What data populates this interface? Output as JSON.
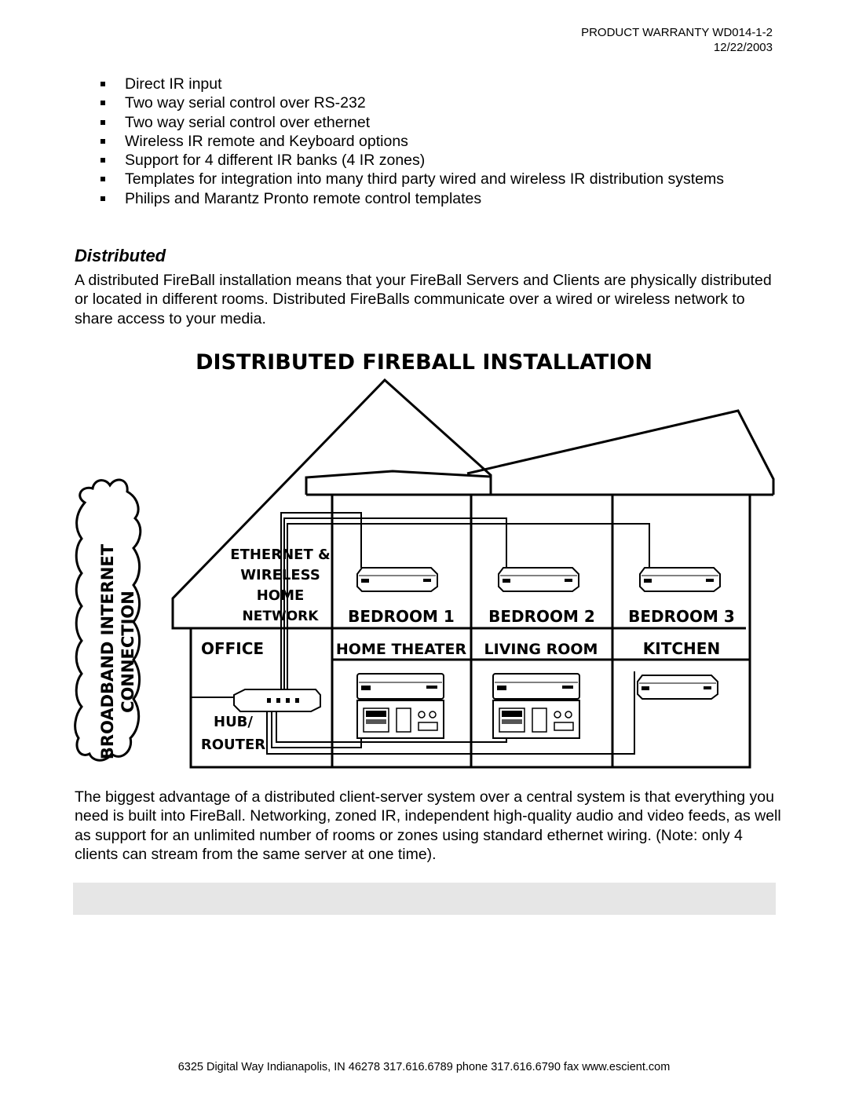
{
  "header": {
    "doc_id": "PRODUCT WARRANTY WD014-1-2",
    "date": "12/22/2003"
  },
  "bullets": [
    "Direct IR input",
    "Two way serial control over RS-232",
    "Two way serial control over ethernet",
    "Wireless IR remote and Keyboard options",
    "Support for 4 different IR banks (4 IR zones)",
    "Templates for integration into many third party wired and wireless IR distribution systems",
    "Philips and Marantz Pronto remote control templates"
  ],
  "section": {
    "title": "Distributed",
    "intro": "A distributed FireBall installation means that your FireBall Servers and Clients are physically distributed or located in different rooms. Distributed FireBalls communicate over a wired or wireless network to share access to your media."
  },
  "diagram": {
    "title": "DISTRIBUTED FIREBALL INSTALLATION",
    "cloud_line1": "BROADBAND INTERNET",
    "cloud_line2": "CONNECTION",
    "network_line1": "ETHERNET &",
    "network_line2": "WIRELESS",
    "network_line3": "HOME",
    "network_line4": "NETWORK",
    "bedroom1": "BEDROOM 1",
    "bedroom2": "BEDROOM 2",
    "bedroom3": "BEDROOM 3",
    "office": "OFFICE",
    "home_theater": "HOME THEATER",
    "living_room": "LIVING ROOM",
    "kitchen": "KITCHEN",
    "hub_line1": "HUB/",
    "hub_line2": "ROUTER"
  },
  "summary": "The biggest advantage of a distributed client-server system over a central system is that everything you need is built into FireBall. Networking, zoned IR, independent high-quality audio and video feeds, as well as support for an unlimited number of rooms or zones using standard ethernet wiring. (Note: only 4 clients can stream from the same server at one time).",
  "footer": "6325 Digital Way   Indianapolis, IN 46278   317.616.6789 phone   317.616.6790 fax   www.escient.com"
}
